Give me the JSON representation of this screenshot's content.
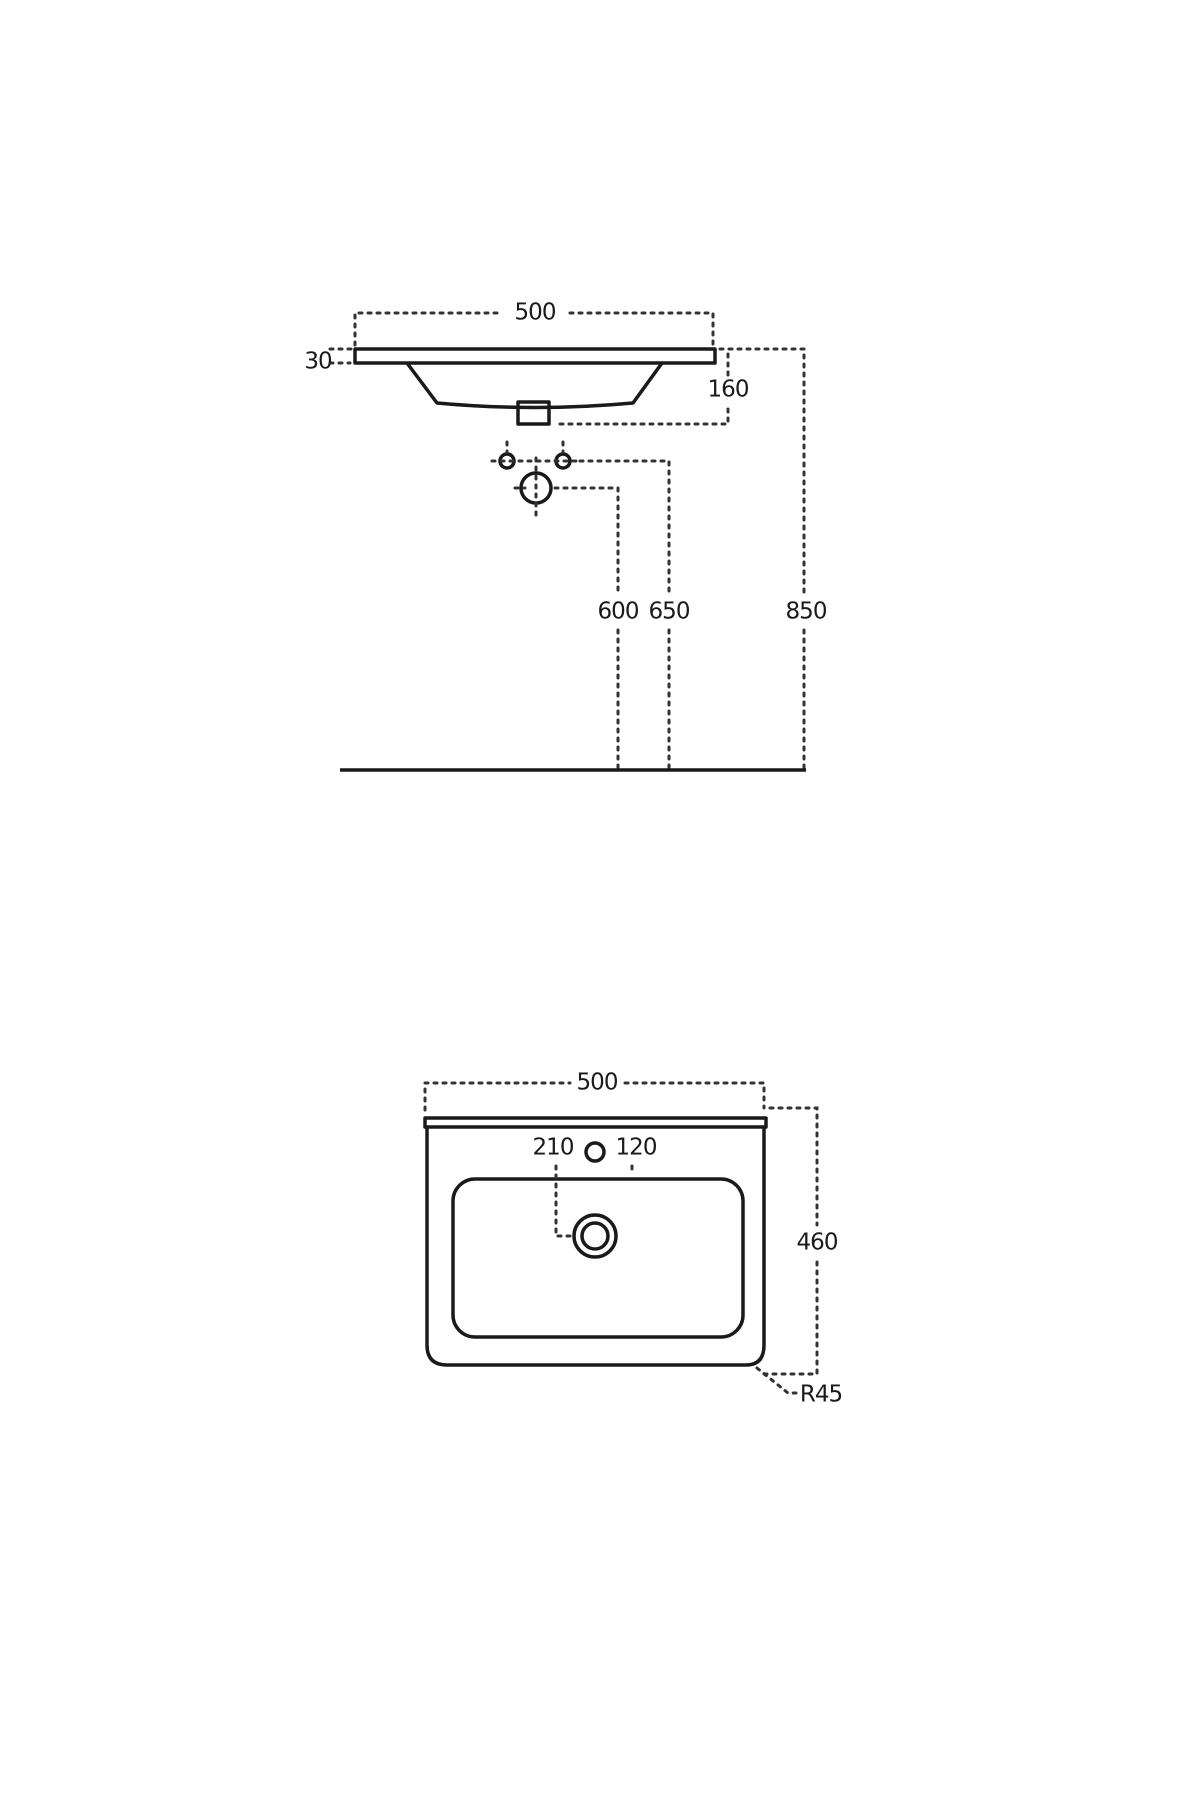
{
  "side_view": {
    "width": "500",
    "slab_thickness": "30",
    "bowl_depth": "160",
    "waste_height": "600",
    "tap_height": "650",
    "top_height": "850"
  },
  "plan_view": {
    "width": "500",
    "depth": "460",
    "tap_offset_left": "210",
    "tap_offset_right": "120",
    "corner_radius": "R45"
  },
  "colors": {
    "line": "#1a1a1a",
    "background": "#ffffff"
  }
}
